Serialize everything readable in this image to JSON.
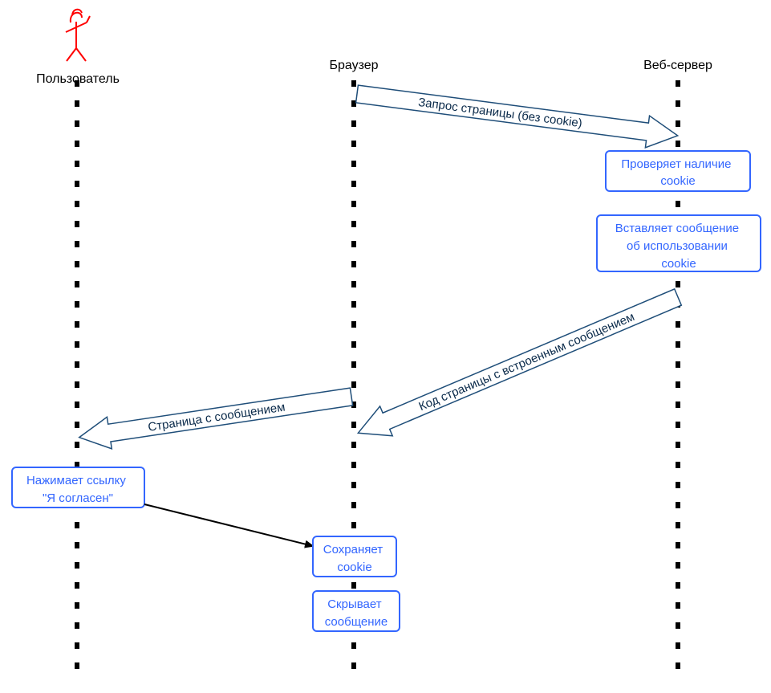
{
  "actors": {
    "user": "Пользователь",
    "browser": "Браузер",
    "server": "Веб-сервер"
  },
  "messages": {
    "request": "Запрос страницы (без cookie)",
    "page_code": "Код страницы с встроенным сообщением",
    "page_message": "Страница с сообщением"
  },
  "actions": {
    "check_cookie": [
      "Проверяет наличие",
      "cookie"
    ],
    "insert_message": [
      "Вставляет сообщение",
      "об использовании",
      "cookie"
    ],
    "click_link": [
      "Нажимает ссылку",
      "\"Я согласен\""
    ],
    "save_cookie": [
      "Сохраняет",
      "cookie"
    ],
    "hide_message": [
      "Скрывает",
      "сообщение"
    ]
  },
  "colors": {
    "lifeline": "#000000",
    "actor_figure": "#ff0000",
    "box_border": "#3366ff",
    "box_text": "#3366ff",
    "arrow_border": "#1f4e79",
    "arrow_text": "#0a2a4a",
    "connector": "#000000"
  }
}
